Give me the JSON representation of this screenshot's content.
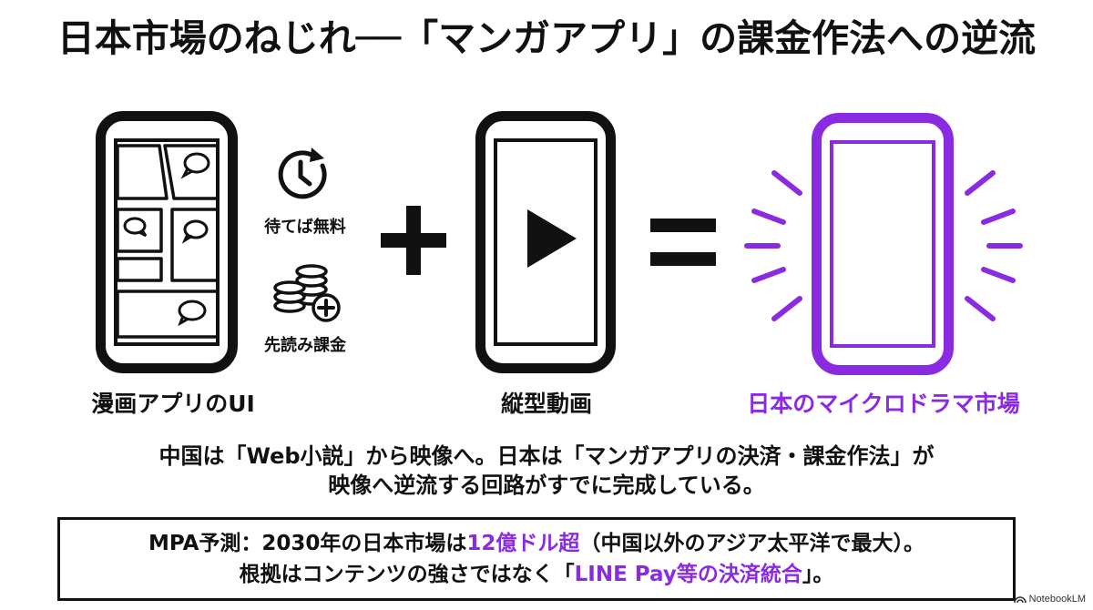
{
  "title": "日本市場のねじれ──「マンガアプリ」の課金作法への逆流",
  "items": {
    "manga_label": "漫画アプリのUI",
    "wait_free_label": "待てば無料",
    "pay_ahead_label": "先読み課金",
    "video_label": "縦型動画",
    "result_label": "日本のマイクロドラマ市場"
  },
  "operators": {
    "plus": "+",
    "equals": "="
  },
  "summary": {
    "line1": "中国は「Web小説」から映像へ。日本は「マンガアプリの決済・課金作法」が",
    "line2": "映像へ逆流する回路がすでに完成している。"
  },
  "box": {
    "l1_pre": "MPA予測：2030年の日本市場は",
    "l1_hl": "12億ドル超",
    "l1_post": "（中国以外のアジア太平洋で最大）。",
    "l2_pre": "根拠はコンテンツの強さではなく「",
    "l2_hl": "LINE Pay等の決済統合",
    "l2_post": "」。"
  },
  "watermark": "NotebookLM",
  "colors": {
    "accent": "#8a2be2",
    "ink": "#111111"
  },
  "icons": [
    "comic-panels-icon",
    "speech-bubble-icon",
    "clock-icon",
    "coins-plus-icon",
    "play-icon",
    "vibration-lines-icon",
    "notebooklm-icon"
  ]
}
